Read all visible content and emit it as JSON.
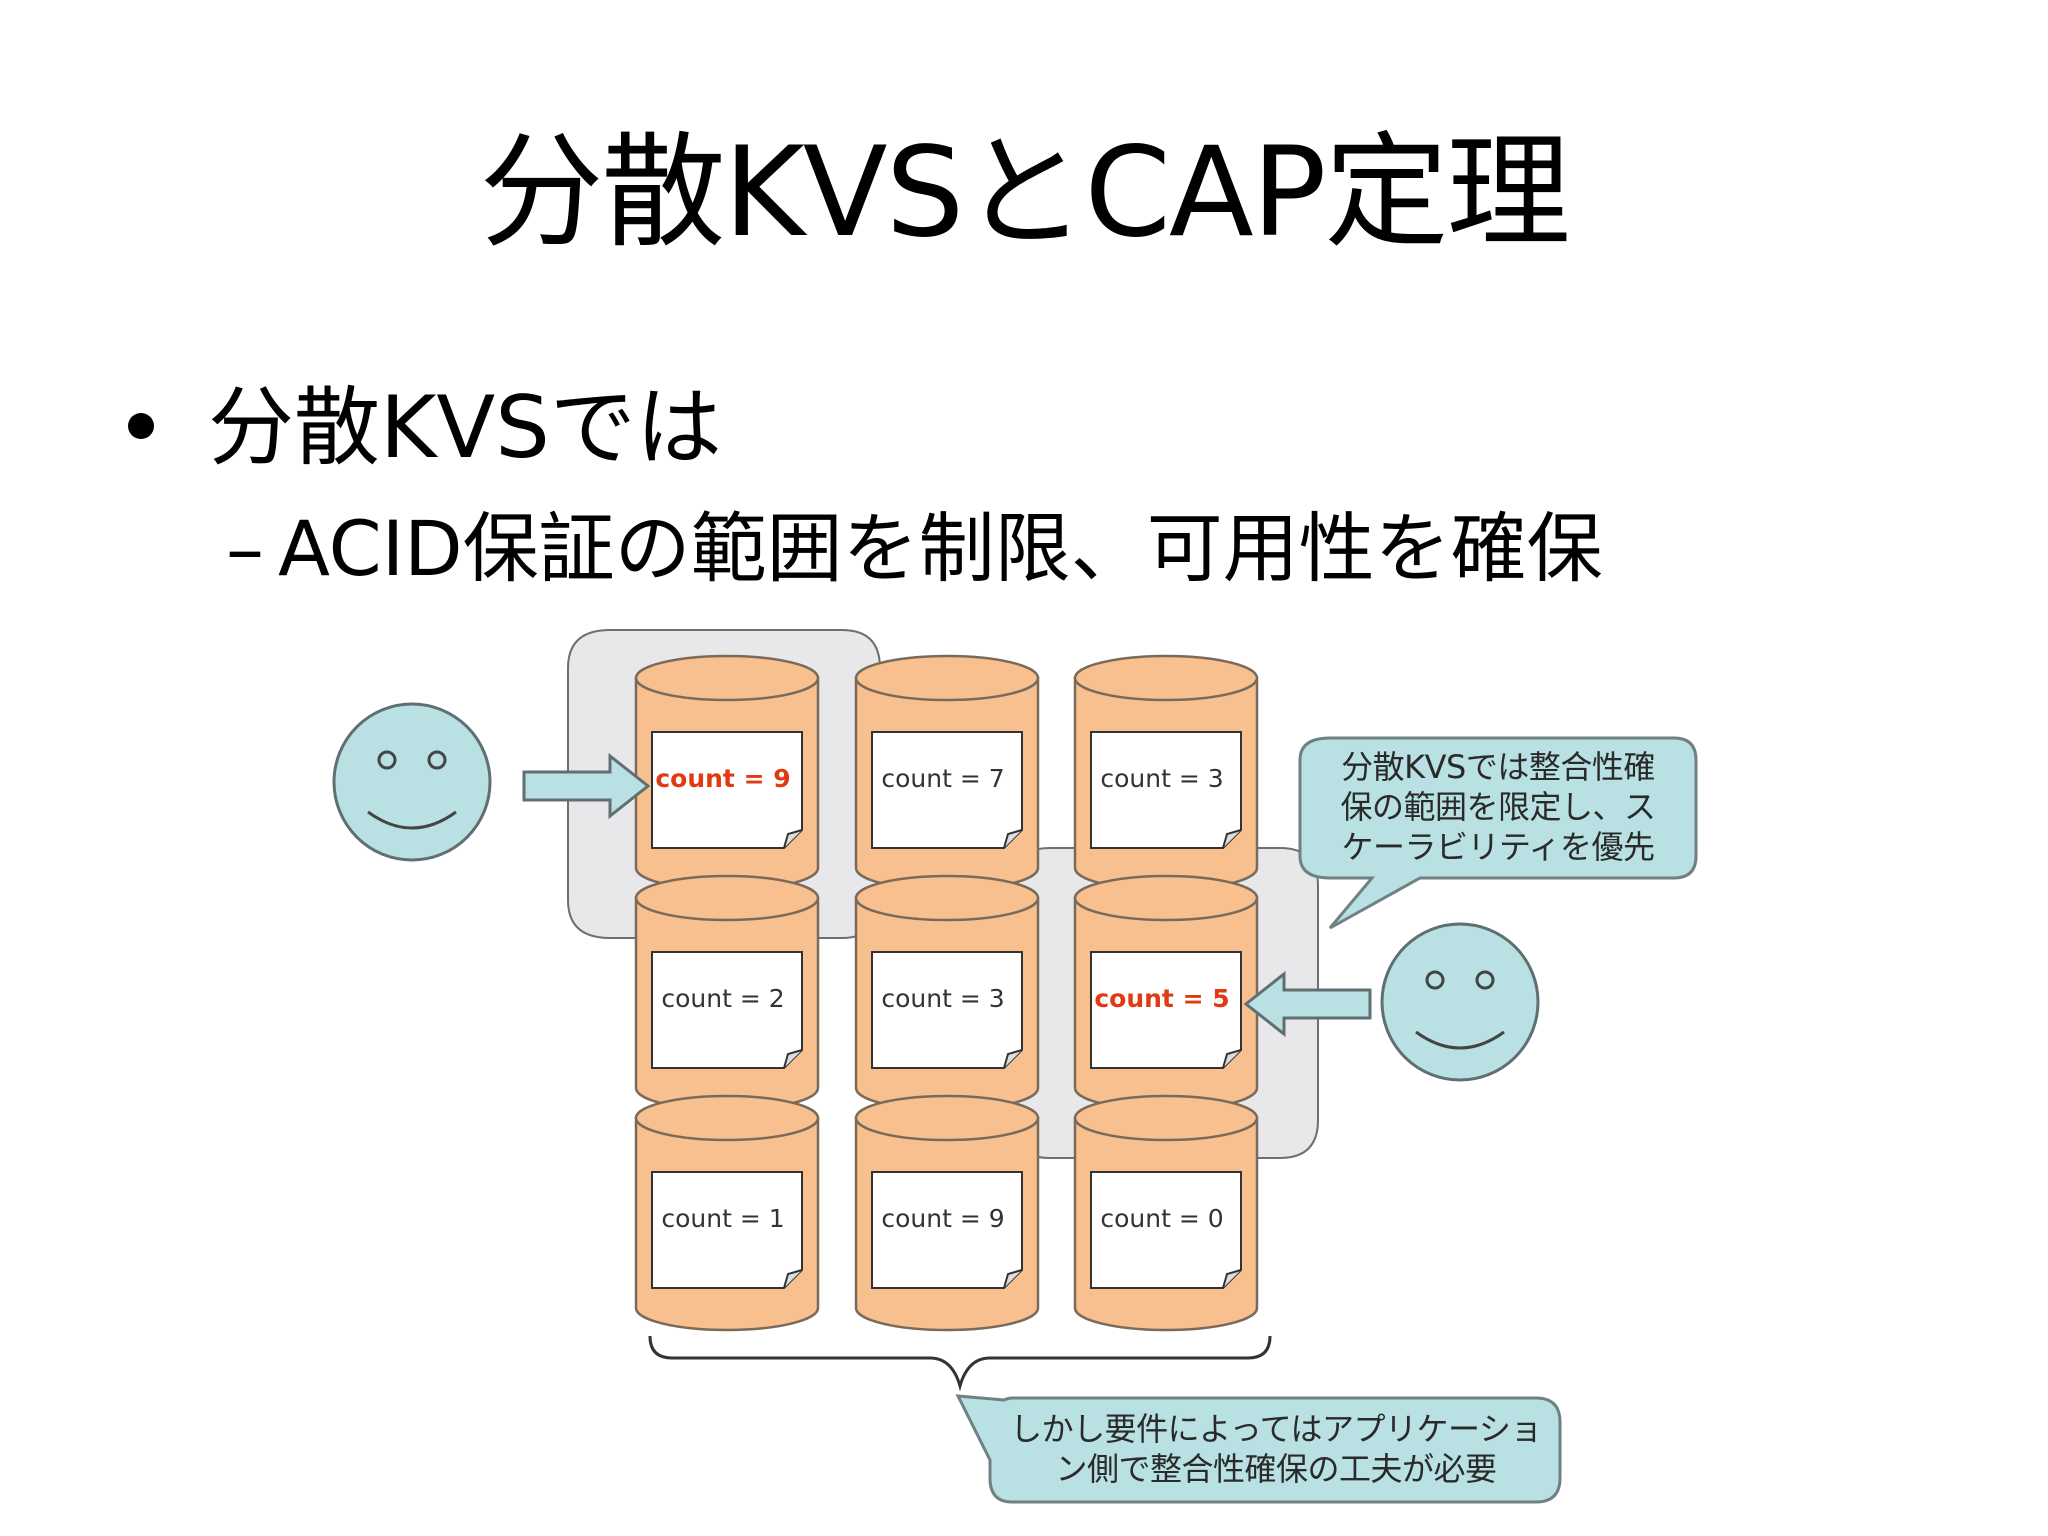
{
  "slide": {
    "title": "分散KVSとCAP定理",
    "bullet": "分散KVSでは",
    "sub_bullet_dash": "–",
    "sub_bullet": "ACID保証の範囲を制限、可用性を確保"
  },
  "diagram": {
    "nodes": [
      {
        "row": 0,
        "col": 0,
        "label": "count = 9",
        "highlight": true
      },
      {
        "row": 0,
        "col": 1,
        "label": "count = 7",
        "highlight": false
      },
      {
        "row": 0,
        "col": 2,
        "label": "count = 3",
        "highlight": false
      },
      {
        "row": 1,
        "col": 0,
        "label": "count = 2",
        "highlight": false
      },
      {
        "row": 1,
        "col": 1,
        "label": "count = 3",
        "highlight": false
      },
      {
        "row": 1,
        "col": 2,
        "label": "count = 5",
        "highlight": true
      },
      {
        "row": 2,
        "col": 0,
        "label": "count = 1",
        "highlight": false
      },
      {
        "row": 2,
        "col": 1,
        "label": "count = 9",
        "highlight": false
      },
      {
        "row": 2,
        "col": 2,
        "label": "count = 0",
        "highlight": false
      }
    ],
    "callout_top": {
      "lines": [
        "分散KVSでは整合性確",
        "保の範囲を限定し、ス",
        "ケーラビリティを優先"
      ]
    },
    "callout_bottom": {
      "lines": [
        "しかし要件によってはアプリケーショ",
        "ン側で整合性確保の工夫が必要"
      ]
    },
    "colors": {
      "cylinder_fill": "#f9c08f",
      "cylinder_stroke": "#7a6a5a",
      "highlight_text": "#e03a12",
      "callout_fill": "#b9e0e3",
      "face_fill": "#b9e0e3",
      "region_fill": "#e8e8ea"
    }
  }
}
